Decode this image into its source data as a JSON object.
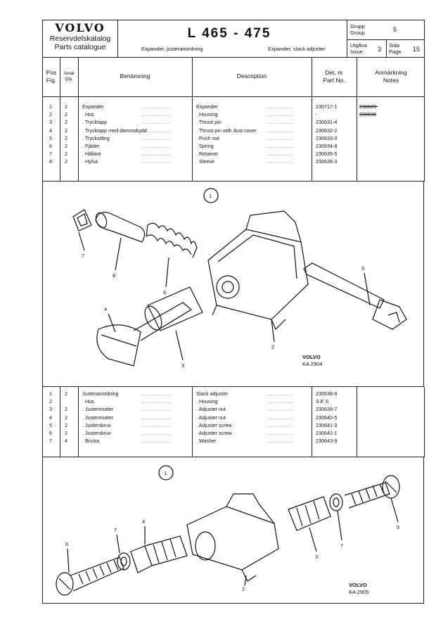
{
  "header": {
    "brand": "VOLVO",
    "catalog_sv": "Reservdelskatalog",
    "catalog_en": "Parts catalogue",
    "model": "L 465 - 475",
    "sub_sv": "Expander, justeranordning",
    "sub_en": "Expander, slack adjuster",
    "group_label_sv": "Grupp",
    "group_label_en": "Group",
    "group_value": "5",
    "issue_label_sv": "Utgåva",
    "issue_label_en": "Issue",
    "issue_value": "3",
    "page_label_sv": "Sida",
    "page_label_en": "Page",
    "page_value": "15"
  },
  "columns": {
    "pos": "Pos",
    "fig": "Fig.",
    "qty_sv": "Antal",
    "qty_en": "Qty.",
    "name_sv": "Benämning",
    "desc_en": "Description",
    "partno_sv": "Det. nr",
    "partno_en": "Part No.",
    "notes_sv": "Anmärkning",
    "notes_en": "Notes"
  },
  "table1": [
    {
      "pos": "1",
      "qty": "2",
      "sv": "Expander",
      "en": "Expander",
      "part": "230717-1",
      "note": "230629-"
    },
    {
      "pos": "2",
      "qty": "2",
      "sv": ". Hus",
      "en": ". Housing",
      "part": "-",
      "note": "330630"
    },
    {
      "pos": "3",
      "qty": "2",
      "sv": ". Trycktapp",
      "en": ". Thrust pin",
      "part": "230631-4",
      "note": ""
    },
    {
      "pos": "4",
      "qty": "2",
      "sv": ". Trycktapp med dammskydd",
      "en": ". Thrust pin with dust cover",
      "part": "230632-2",
      "note": ""
    },
    {
      "pos": "5",
      "qty": "2",
      "sv": ". Tryckstång",
      "en": ". Push rod",
      "part": "230633-0",
      "note": ""
    },
    {
      "pos": "6",
      "qty": "2",
      "sv": ". Fjäder",
      "en": ". Spring",
      "part": "230634-8",
      "note": ""
    },
    {
      "pos": "7",
      "qty": "2",
      "sv": ". Hållare",
      "en": ". Retainer",
      "part": "230635-5",
      "note": ""
    },
    {
      "pos": "8",
      "qty": "2",
      "sv": ". Hylsa",
      "en": ". Sleeve",
      "part": "230636-3",
      "note": ""
    }
  ],
  "table2": [
    {
      "pos": "1",
      "qty": "2",
      "sv": "Justeranordning",
      "en": "Slack adjuster",
      "part": "230638-9"
    },
    {
      "pos": "2",
      "qty": "",
      "sv": ". Hus",
      "en": ". Housing",
      "part": "S E S"
    },
    {
      "pos": "3",
      "qty": "2",
      "sv": ". Justermutter",
      "en": ". Adjuster nut",
      "part": "230639-7"
    },
    {
      "pos": "4",
      "qty": "2",
      "sv": ". Justermutter",
      "en": ". Adjuster nut",
      "part": "230640-5"
    },
    {
      "pos": "5",
      "qty": "2",
      "sv": ". Justerskruv",
      "en": ". Adjuster screw",
      "part": "230641-3"
    },
    {
      "pos": "6",
      "qty": "2",
      "sv": ". Justerskruv",
      "en": ". Adjuster screw",
      "part": "230642-1"
    },
    {
      "pos": "7",
      "qty": "4",
      "sv": ". Bricka",
      "en": ". Washer",
      "part": "230643-9"
    }
  ],
  "figure1": {
    "callout": "1",
    "labels": [
      "7",
      "8",
      "6",
      "5",
      "4",
      "2",
      "3"
    ],
    "brand": "VOLVO",
    "ref": "KA 2904"
  },
  "figure2": {
    "callout": "1",
    "labels": [
      "6",
      "7",
      "4",
      "2",
      "3",
      "7",
      "5"
    ],
    "brand": "VOLVO",
    "ref": "KA 2905"
  }
}
